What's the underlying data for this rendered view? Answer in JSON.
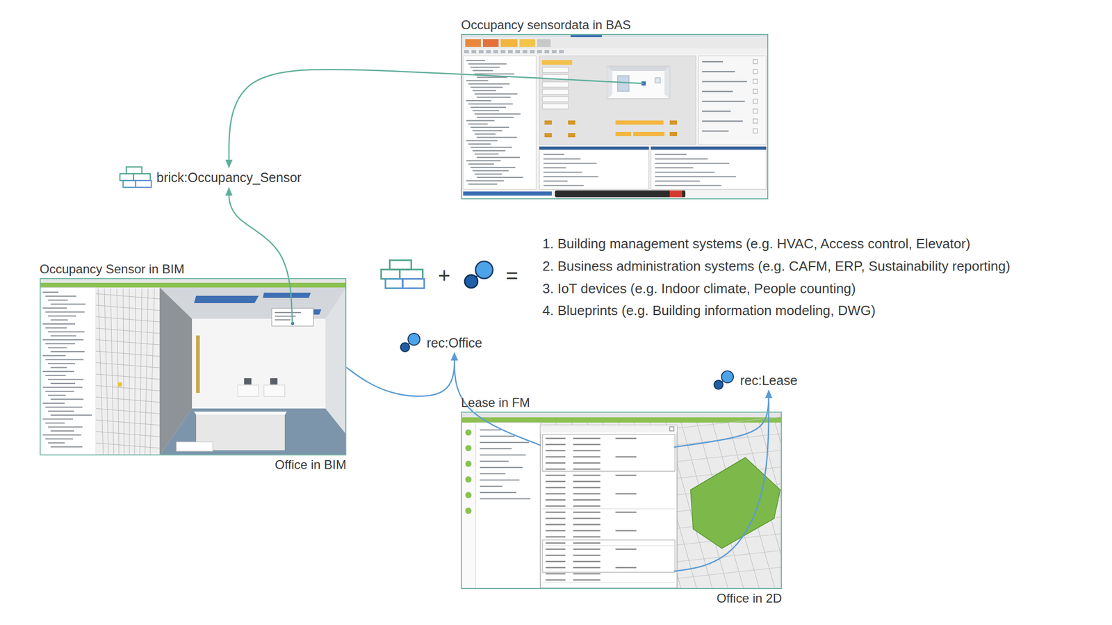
{
  "diagram": {
    "nodes": [
      {
        "text": [
          "Occupancy sensordata in BAS"
        ]
      },
      {
        "text": [
          "brick:Occupancy_Sensor"
        ]
      },
      {
        "text": [
          "Occupancy Sensor in BIM",
          "Office in BIM"
        ]
      },
      {
        "text": [
          "rec:Office"
        ]
      },
      {
        "text": [
          "Lease in FM",
          "Office in 2D"
        ]
      },
      {
        "text": [
          "rec:Lease"
        ]
      }
    ],
    "edges": [
      {
        "from": 0,
        "to": 1,
        "arrow": "to"
      },
      {
        "from": 2,
        "to": 1,
        "arrow": "to"
      },
      {
        "from": 2,
        "to": 3,
        "arrow": "to"
      },
      {
        "from": 4,
        "to": 3,
        "arrow": "to"
      },
      {
        "from": 4,
        "to": 5,
        "arrow": "to"
      },
      {
        "from": 4,
        "to": 5,
        "arrow": "to"
      }
    ],
    "labels": [
      "+",
      "=",
      "1. Building management systems (e.g. HVAC, Access control, Elevator)",
      "2. Business administration systems (e.g. CAFM, ERP, Sustainability reporting)",
      "3. IoT devices (e.g. Indoor climate, People counting)",
      "4. Blueprints (e.g. Building information modeling, DWG)"
    ]
  }
}
